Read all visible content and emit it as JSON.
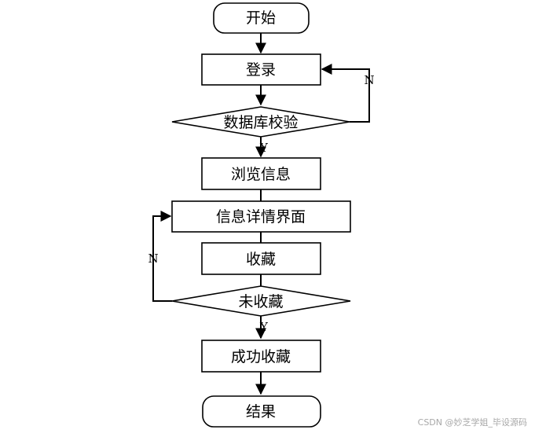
{
  "nodes": {
    "start": "开始",
    "login": "登录",
    "db_check": "数据库校验",
    "browse": "浏览信息",
    "detail": "信息详情界面",
    "collect": "收藏",
    "not_collected": "未收藏",
    "success": "成功收藏",
    "end": "结果"
  },
  "edges": {
    "db_check_no": "N",
    "db_check_yes": "Y",
    "not_collected_no": "N",
    "not_collected_yes": "Y"
  },
  "watermark": "CSDN @妙芝学姐_毕设源码"
}
